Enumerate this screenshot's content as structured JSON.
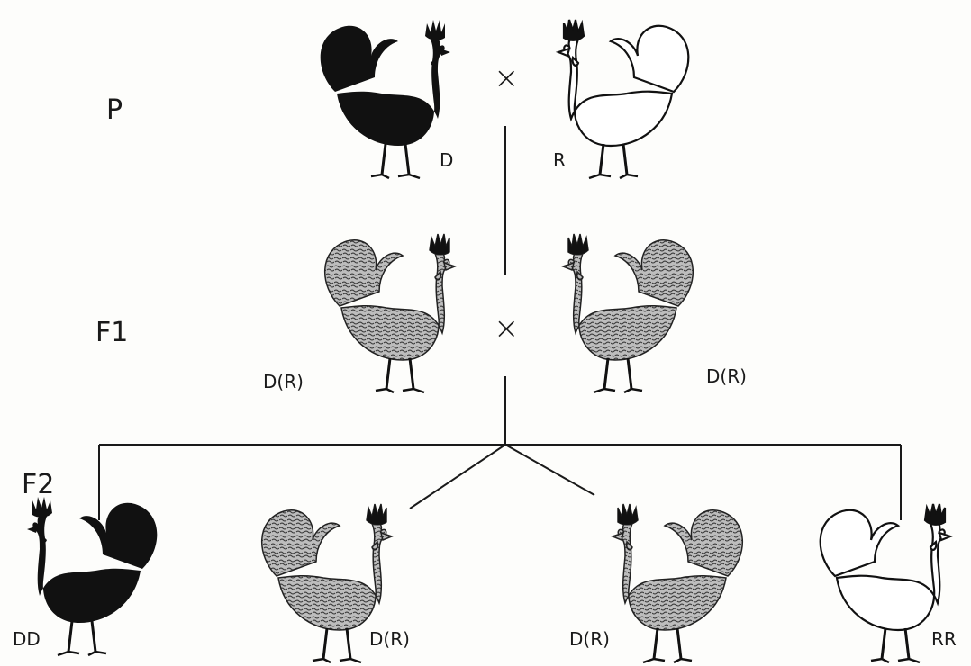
{
  "generations": {
    "p": "P",
    "f1": "F1",
    "f2": "F2"
  },
  "cross_symbol": "×",
  "genotypes": {
    "p_left": "D",
    "p_right": "R",
    "f1_left": "D(R)",
    "f1_right": "D(R)",
    "f2_1": "DD",
    "f2_2": "D(R)",
    "f2_3": "D(R)",
    "f2_4": "RR"
  },
  "colors": {
    "ink": "#111111",
    "dominant_fill": "#111111",
    "recessive_fill": "#ffffff",
    "hybrid_fill": "#b9b9b9"
  }
}
